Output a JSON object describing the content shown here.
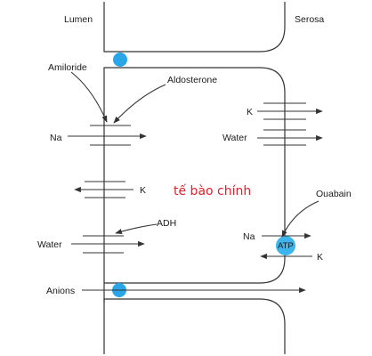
{
  "labels": {
    "lumen": "Lumen",
    "serosa": "Serosa",
    "amiloride": "Amiloride",
    "aldosterone": "Aldosterone",
    "na_left": "Na",
    "k_left": "K",
    "adh": "ADH",
    "water_left": "Water",
    "anions": "Anions",
    "k_right_top": "K",
    "water_right": "Water",
    "ouabain": "Ouabain",
    "na_pump": "Na",
    "atp": "ATP",
    "k_pump": "K",
    "cell_name": "tế bào chính"
  },
  "colors": {
    "junction": "#2aa6e8",
    "pump": "#3db5ec",
    "cell_name": "#e0202a",
    "line": "#333333"
  }
}
